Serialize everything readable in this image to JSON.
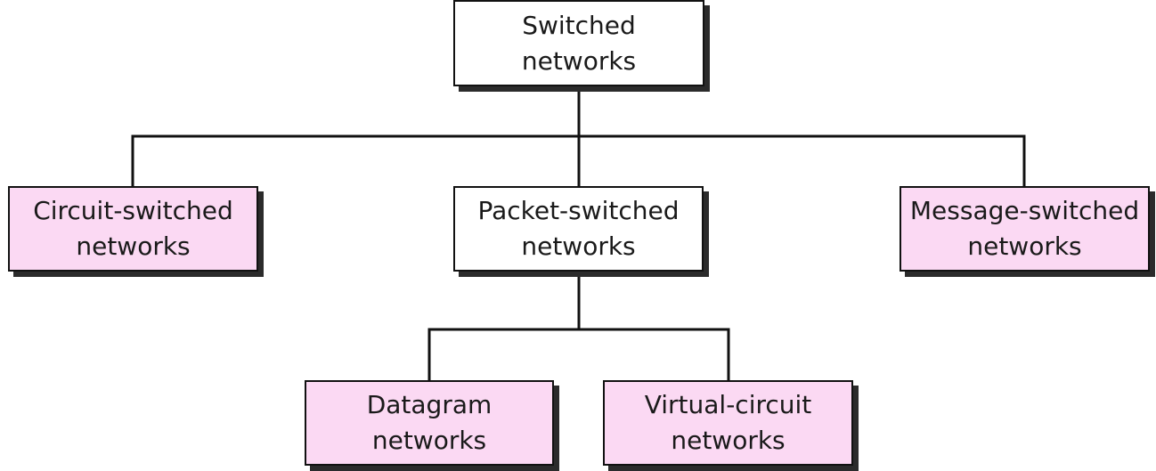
{
  "diagram": {
    "root": {
      "line1": "Switched",
      "line2": "networks"
    },
    "children": [
      {
        "id": "circuit",
        "line1": "Circuit-switched",
        "line2": "networks",
        "highlight": true
      },
      {
        "id": "packet",
        "line1": "Packet-switched",
        "line2": "networks",
        "highlight": false
      },
      {
        "id": "message",
        "line1": "Message-switched",
        "line2": "networks",
        "highlight": true
      }
    ],
    "packet_children": [
      {
        "id": "datagram",
        "line1": "Datagram",
        "line2": "networks",
        "highlight": true
      },
      {
        "id": "virtual",
        "line1": "Virtual-circuit",
        "line2": "networks",
        "highlight": true
      }
    ],
    "colors": {
      "highlight_fill": "#fbd9f3",
      "plain_fill": "#ffffff",
      "border": "#111111",
      "shadow": "#2b2b2b",
      "text": "#1a1a1a"
    }
  }
}
